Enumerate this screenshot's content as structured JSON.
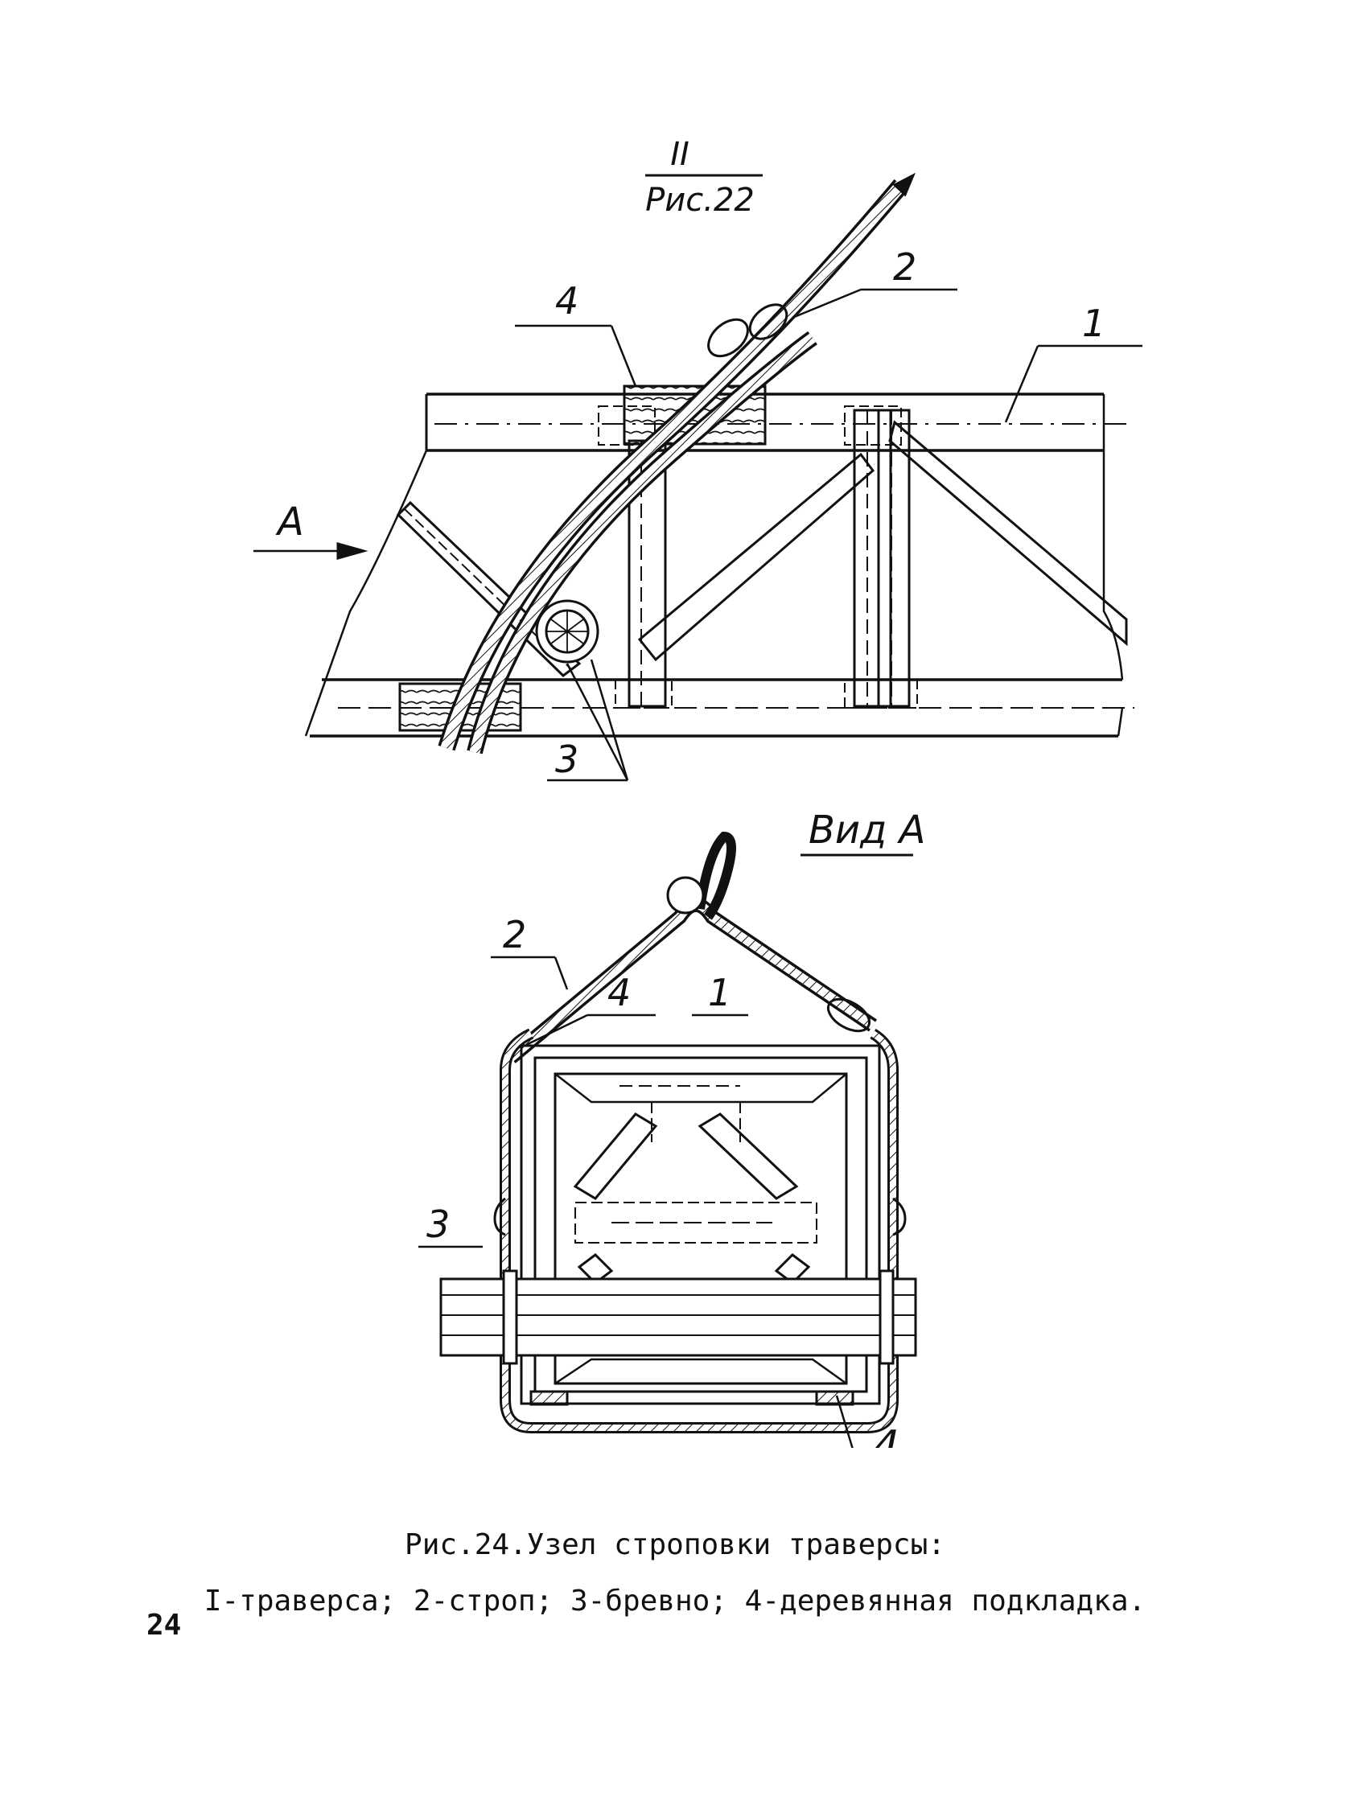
{
  "figure": {
    "section_ref": {
      "numeral": "II",
      "figure": "Рис.22"
    },
    "labels": {
      "traverse": "1",
      "sling": "2",
      "log": "3",
      "pad": "4",
      "view_arrow": "A"
    },
    "view_title": "Вид А"
  },
  "caption": {
    "title": "Рис.24.Узел строповки траверсы:",
    "legend": "I-траверса; 2-строп; 3-бревно; 4-деревянная подкладка."
  },
  "page_number": "24"
}
